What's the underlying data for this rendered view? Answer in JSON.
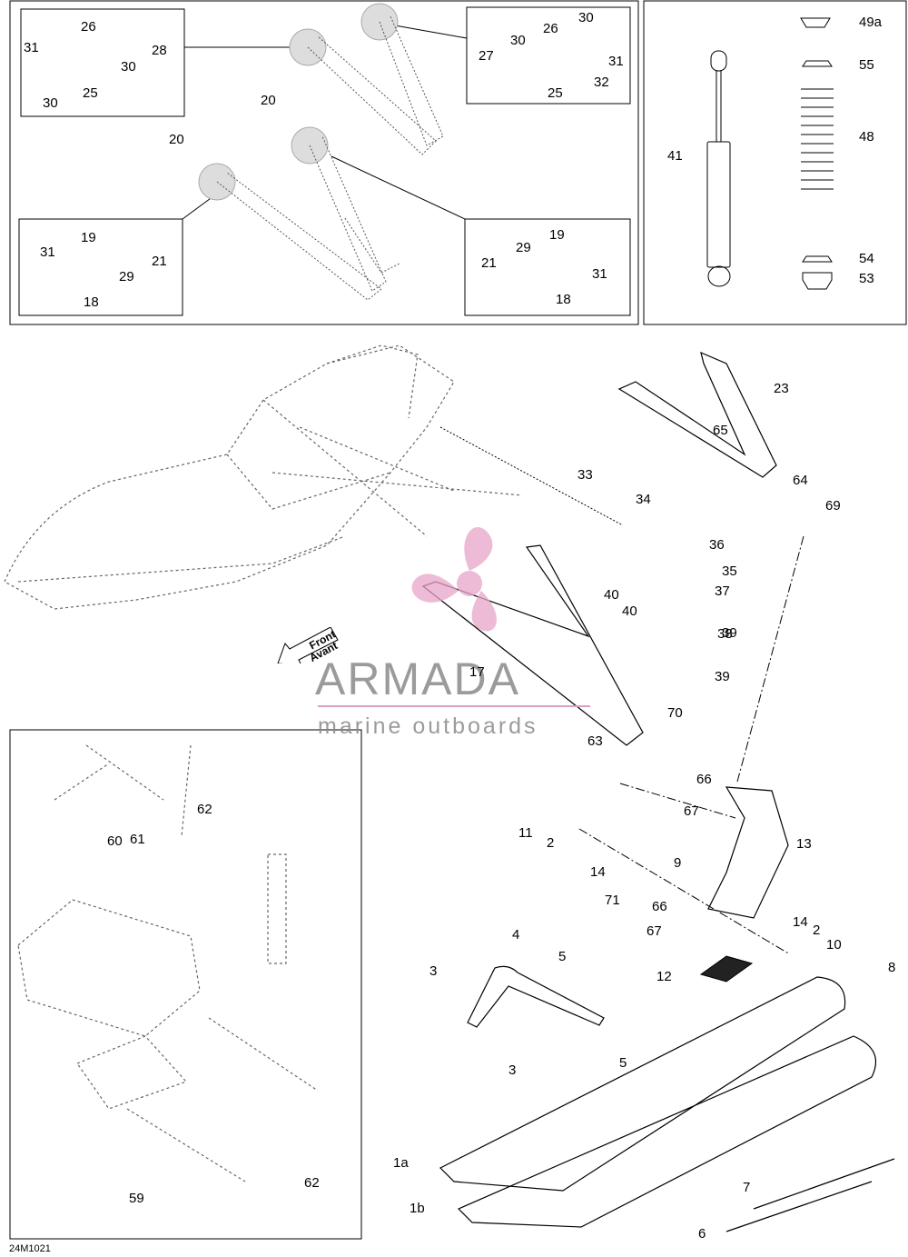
{
  "diagram_code": "24M1021",
  "watermark": {
    "brand": "ARMADA",
    "tagline": "marine outboards",
    "colors": {
      "logo": "#e7a5c8",
      "text": "#8a8a8a",
      "rule": "#d9a0c0"
    }
  },
  "direction_tag": {
    "line1": "Front",
    "line2": "Avant"
  },
  "callouts": [
    {
      "text": "31"
    },
    {
      "text": "26"
    },
    {
      "text": "28"
    },
    {
      "text": "30"
    },
    {
      "text": "30"
    },
    {
      "text": "25"
    },
    {
      "text": "27"
    },
    {
      "text": "30"
    },
    {
      "text": "26"
    },
    {
      "text": "30"
    },
    {
      "text": "31"
    },
    {
      "text": "32"
    },
    {
      "text": "25"
    },
    {
      "text": "20"
    },
    {
      "text": "20"
    },
    {
      "text": "31"
    },
    {
      "text": "19"
    },
    {
      "text": "21"
    },
    {
      "text": "29"
    },
    {
      "text": "18"
    },
    {
      "text": "21"
    },
    {
      "text": "29"
    },
    {
      "text": "19"
    },
    {
      "text": "31"
    },
    {
      "text": "18"
    },
    {
      "text": "49a"
    },
    {
      "text": "55"
    },
    {
      "text": "48"
    },
    {
      "text": "41"
    },
    {
      "text": "54"
    },
    {
      "text": "53"
    },
    {
      "text": "23"
    },
    {
      "text": "65"
    },
    {
      "text": "33"
    },
    {
      "text": "64"
    },
    {
      "text": "69"
    },
    {
      "text": "34"
    },
    {
      "text": "36"
    },
    {
      "text": "35"
    },
    {
      "text": "40"
    },
    {
      "text": "37"
    },
    {
      "text": "40"
    },
    {
      "text": "38"
    },
    {
      "text": "39"
    },
    {
      "text": "39"
    },
    {
      "text": "17"
    },
    {
      "text": "70"
    },
    {
      "text": "63"
    },
    {
      "text": "62"
    },
    {
      "text": "60"
    },
    {
      "text": "61"
    },
    {
      "text": "66"
    },
    {
      "text": "67"
    },
    {
      "text": "11"
    },
    {
      "text": "2"
    },
    {
      "text": "13"
    },
    {
      "text": "9"
    },
    {
      "text": "14"
    },
    {
      "text": "71"
    },
    {
      "text": "66"
    },
    {
      "text": "67"
    },
    {
      "text": "14"
    },
    {
      "text": "2"
    },
    {
      "text": "10"
    },
    {
      "text": "4"
    },
    {
      "text": "5"
    },
    {
      "text": "3"
    },
    {
      "text": "12"
    },
    {
      "text": "8"
    },
    {
      "text": "5"
    },
    {
      "text": "3"
    },
    {
      "text": "1a"
    },
    {
      "text": "59"
    },
    {
      "text": "62"
    },
    {
      "text": "7"
    },
    {
      "text": "1b"
    },
    {
      "text": "6"
    }
  ]
}
